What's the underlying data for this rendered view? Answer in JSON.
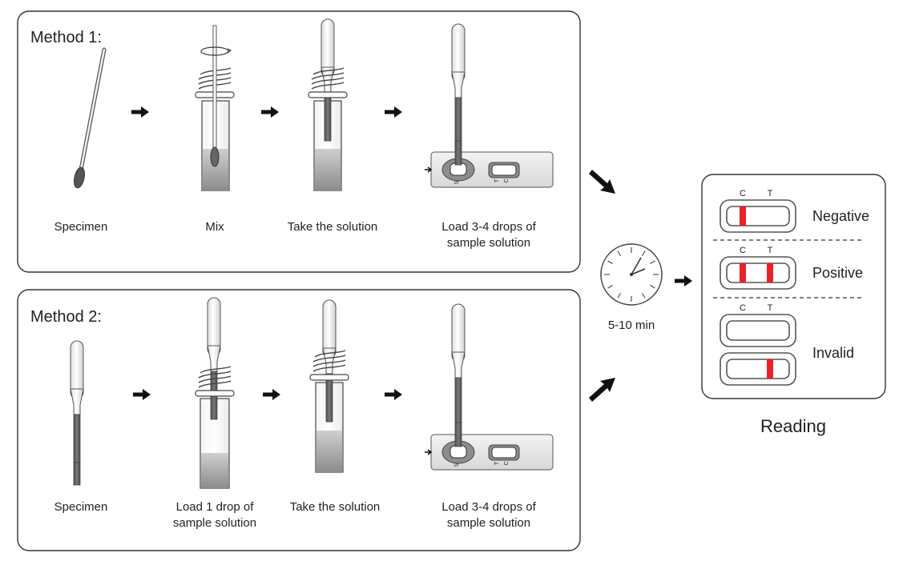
{
  "method1": {
    "title": "Method 1:",
    "steps": [
      {
        "label": "Specimen"
      },
      {
        "label": "Mix"
      },
      {
        "label": "Take the solution"
      },
      {
        "label_line1": "Load 3-4 drops of",
        "label_line2": "sample solution"
      }
    ]
  },
  "method2": {
    "title": "Method 2:",
    "steps": [
      {
        "label": "Specimen"
      },
      {
        "label_line1": "Load 1 drop of",
        "label_line2": "sample solution"
      },
      {
        "label": "Take the solution"
      },
      {
        "label_line1": "Load 3-4 drops of",
        "label_line2": "sample solution"
      }
    ]
  },
  "cassette": {
    "s_mark": "S",
    "t_mark": "T",
    "c_mark": "C"
  },
  "timer": {
    "label": "5-10 min",
    "icon": "clock-icon"
  },
  "reading": {
    "title": "Reading",
    "col_c": "C",
    "col_t": "T",
    "results": [
      {
        "label": "Negative"
      },
      {
        "label": "Positive"
      },
      {
        "label": "Invalid"
      }
    ]
  },
  "colors": {
    "line_red": "#e8222c",
    "liquid_gray": "#777777",
    "dark_gray": "#555555",
    "outline": "#444444"
  }
}
